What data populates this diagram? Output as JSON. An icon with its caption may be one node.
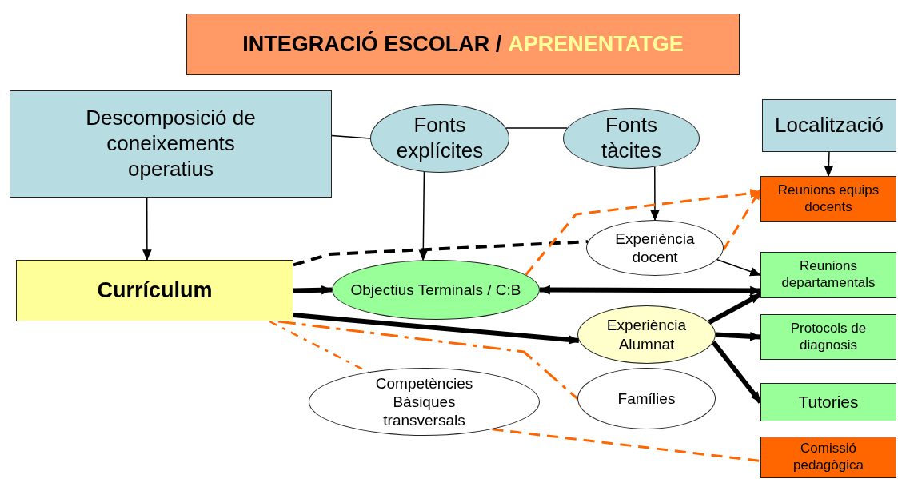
{
  "diagram": {
    "nodes": [
      {
        "text": [
          "INTEGRACIÓ ESCOLAR /",
          "APRENENTATGE"
        ]
      },
      {
        "text": [
          "Descomposició de coneixements operatius"
        ]
      },
      {
        "text": [
          "Fonts explícites"
        ]
      },
      {
        "text": [
          "Fonts tàcites"
        ]
      },
      {
        "text": [
          "Localització"
        ]
      },
      {
        "text": [
          "Reunions equips docents"
        ]
      },
      {
        "text": [
          "Currículum"
        ]
      },
      {
        "text": [
          "Experiència docent"
        ]
      },
      {
        "text": [
          "Objectius Terminals / C:B"
        ]
      },
      {
        "text": [
          "Reunions departamentals"
        ]
      },
      {
        "text": [
          "Experiència Alumnat"
        ]
      },
      {
        "text": [
          "Protocols de diagnosis"
        ]
      },
      {
        "text": [
          "Competències Bàsiques transversals"
        ]
      },
      {
        "text": [
          "Famílies"
        ]
      },
      {
        "text": [
          "Tutories"
        ]
      },
      {
        "text": [
          "Comissió pedagògica"
        ]
      }
    ],
    "edges": [
      {
        "from": 1,
        "to": 2,
        "arrow": "none"
      },
      {
        "from": 2,
        "to": 3,
        "arrow": "none"
      },
      {
        "from": 4,
        "to": 5,
        "arrow": "to"
      },
      {
        "from": 1,
        "to": 6,
        "arrow": "to"
      },
      {
        "from": 2,
        "to": 8,
        "arrow": "to"
      },
      {
        "from": 3,
        "to": 7,
        "arrow": "to"
      },
      {
        "from": 6,
        "to": 7,
        "arrow": "none",
        "style": "dashed"
      },
      {
        "from": 8,
        "to": 5,
        "arrow": "to",
        "style": "dashed",
        "color": "#ff6600"
      },
      {
        "from": 7,
        "to": 5,
        "arrow": "to",
        "style": "dashed",
        "color": "#ff6600"
      },
      {
        "from": 7,
        "to": 9,
        "arrow": "to"
      },
      {
        "from": 8,
        "to": 9,
        "arrow": "both",
        "style": "thick"
      },
      {
        "from": 6,
        "to": 8,
        "arrow": "to",
        "style": "thick"
      },
      {
        "from": 6,
        "to": 10,
        "arrow": "to",
        "style": "thick"
      },
      {
        "from": 10,
        "to": 9,
        "arrow": "to",
        "style": "thick"
      },
      {
        "from": 10,
        "to": 11,
        "arrow": "to",
        "style": "thick"
      },
      {
        "from": 10,
        "to": 14,
        "arrow": "to",
        "style": "thick"
      },
      {
        "from": 6,
        "to": 13,
        "arrow": "none",
        "style": "dashed",
        "color": "#ff6600"
      },
      {
        "from": 6,
        "to": 12,
        "arrow": "none",
        "style": "dashed",
        "color": "#ff6600"
      },
      {
        "from": 12,
        "to": 15,
        "arrow": "none",
        "style": "dashed",
        "color": "#ff6600"
      }
    ]
  }
}
